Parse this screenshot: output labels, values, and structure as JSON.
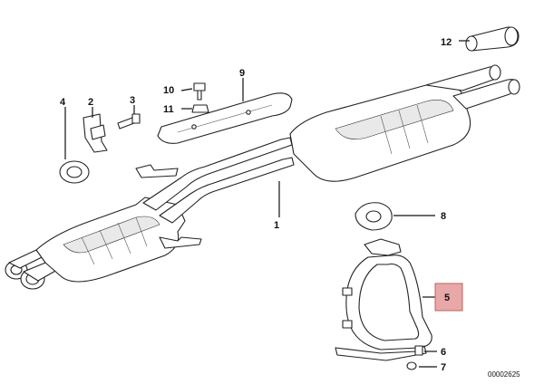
{
  "diagram": {
    "callouts": [
      {
        "id": "part-1",
        "label": "1"
      },
      {
        "id": "part-2",
        "label": "2"
      },
      {
        "id": "part-3",
        "label": "3"
      },
      {
        "id": "part-4",
        "label": "4"
      },
      {
        "id": "part-5",
        "label": "5"
      },
      {
        "id": "part-6",
        "label": "6"
      },
      {
        "id": "part-7",
        "label": "7"
      },
      {
        "id": "part-8",
        "label": "8"
      },
      {
        "id": "part-9",
        "label": "9"
      },
      {
        "id": "part-10",
        "label": "10"
      },
      {
        "id": "part-11",
        "label": "11"
      },
      {
        "id": "part-12",
        "label": "12"
      }
    ],
    "highlight_color": "#e8a8a8",
    "reference_code": "00002625"
  }
}
